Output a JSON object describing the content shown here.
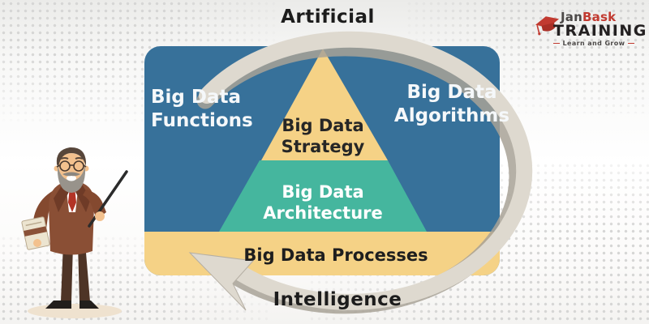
{
  "brand": {
    "logo": {
      "part1": "Jan",
      "part2": "Bask",
      "part3": "TRAINING",
      "tagline": "Learn and Grow",
      "cap_icon": "graduation-cap-icon",
      "accent_color": "#c13a30"
    }
  },
  "cycle": {
    "top_label": "Artificial",
    "bottom_label": "Intelligence",
    "arrow_color": "#ded9cf"
  },
  "diagram": {
    "card_color": "#37719a",
    "left_label": "Big Data Functions",
    "right_label": "Big Data Algorithms",
    "pyramid": {
      "top_label": "Big Data Strategy",
      "top_color": "#f5d286",
      "middle_label": "Big Data Architecture",
      "middle_color": "#45b69e"
    },
    "band_label": "Big Data Processes",
    "band_color": "#f5d286"
  },
  "illustration": {
    "name": "instructor-with-pointer"
  }
}
